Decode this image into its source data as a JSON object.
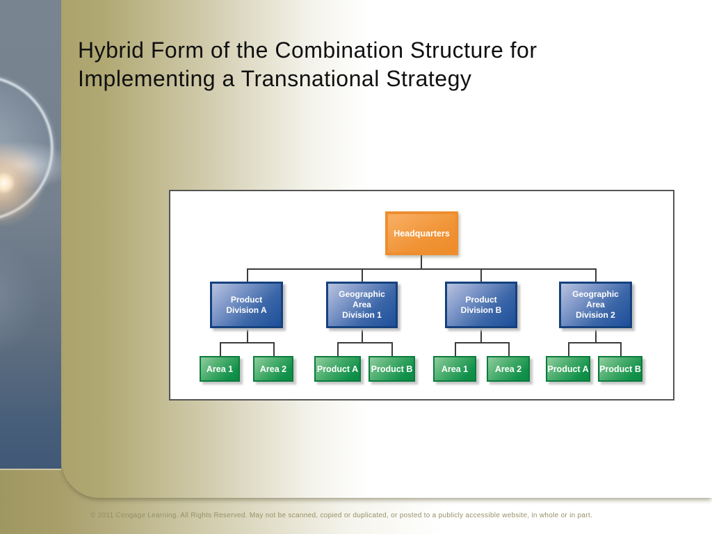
{
  "slide": {
    "title": "Hybrid Form of the Combination Structure for\nImplementing a Transnational Strategy",
    "footer": "© 2011 Cengage Learning. All Rights Reserved. May not be scanned, copied or duplicated, or posted to a publicly accessible website, in whole or in part."
  },
  "org_chart": {
    "root": {
      "label": "Headquarters"
    },
    "divisions": [
      {
        "label": "Product\nDivision A",
        "children": [
          {
            "label": "Area 1"
          },
          {
            "label": "Area 2"
          }
        ]
      },
      {
        "label": "Geographic\nArea\nDivision 1",
        "children": [
          {
            "label": "Product A"
          },
          {
            "label": "Product B"
          }
        ]
      },
      {
        "label": "Product\nDivision B",
        "children": [
          {
            "label": "Area 1"
          },
          {
            "label": "Area 2"
          }
        ]
      },
      {
        "label": "Geographic\nArea\nDivision 2",
        "children": [
          {
            "label": "Product A"
          },
          {
            "label": "Product B"
          }
        ]
      }
    ]
  },
  "colors": {
    "headquarters_orange": "#ee8b28",
    "division_blue": "#1d4f9a",
    "unit_green": "#0d8a43",
    "sidebar_blue": "#74808d",
    "panel_khaki": "#aba26c",
    "connector_gray": "#3b3b3b"
  }
}
